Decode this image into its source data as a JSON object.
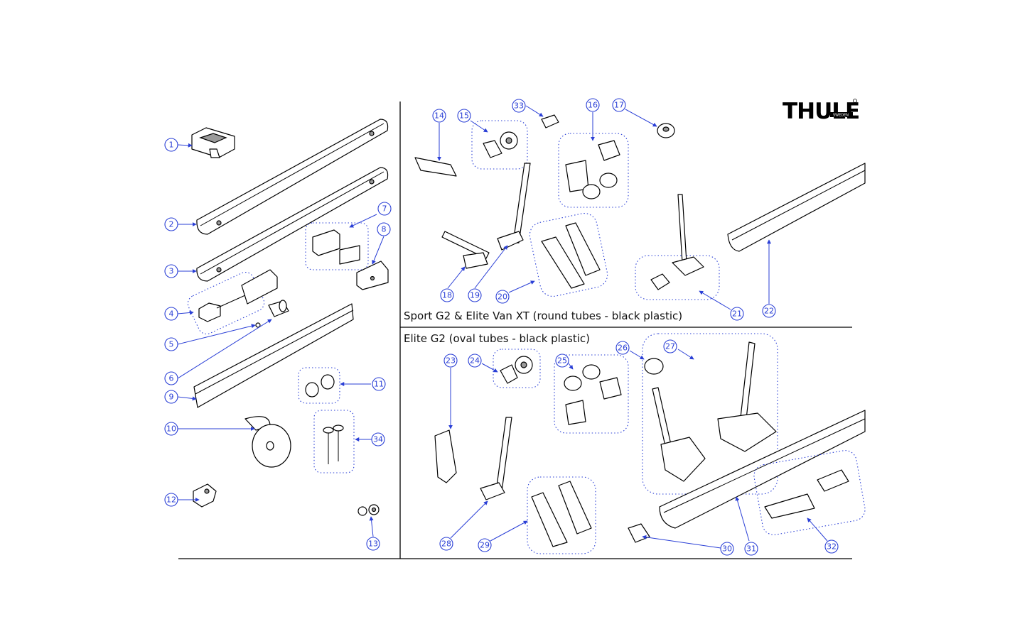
{
  "brand": {
    "name": "THULE",
    "sub": "SWEDEN"
  },
  "sections": {
    "round": "Sport G2 & Elite Van XT (round tubes - black plastic)",
    "oval": "Elite G2 (oval tubes - black plastic)"
  },
  "callouts": {
    "c1": "1",
    "c2": "2",
    "c3": "3",
    "c4": "4",
    "c5": "5",
    "c6": "6",
    "c7": "7",
    "c8": "8",
    "c9": "9",
    "c10": "10",
    "c11": "11",
    "c12": "12",
    "c13": "13",
    "c14": "14",
    "c15": "15",
    "c16": "16",
    "c17": "17",
    "c18": "18",
    "c19": "19",
    "c20": "20",
    "c21": "21",
    "c22": "22",
    "c23": "23",
    "c24": "24",
    "c25": "25",
    "c26": "26",
    "c27": "27",
    "c28": "28",
    "c29": "29",
    "c30": "30",
    "c31": "31",
    "c32": "32",
    "c33": "33",
    "c34": "34"
  },
  "colors": {
    "callout": "#2a3fd6",
    "line": "#000000",
    "background": "#ffffff"
  }
}
